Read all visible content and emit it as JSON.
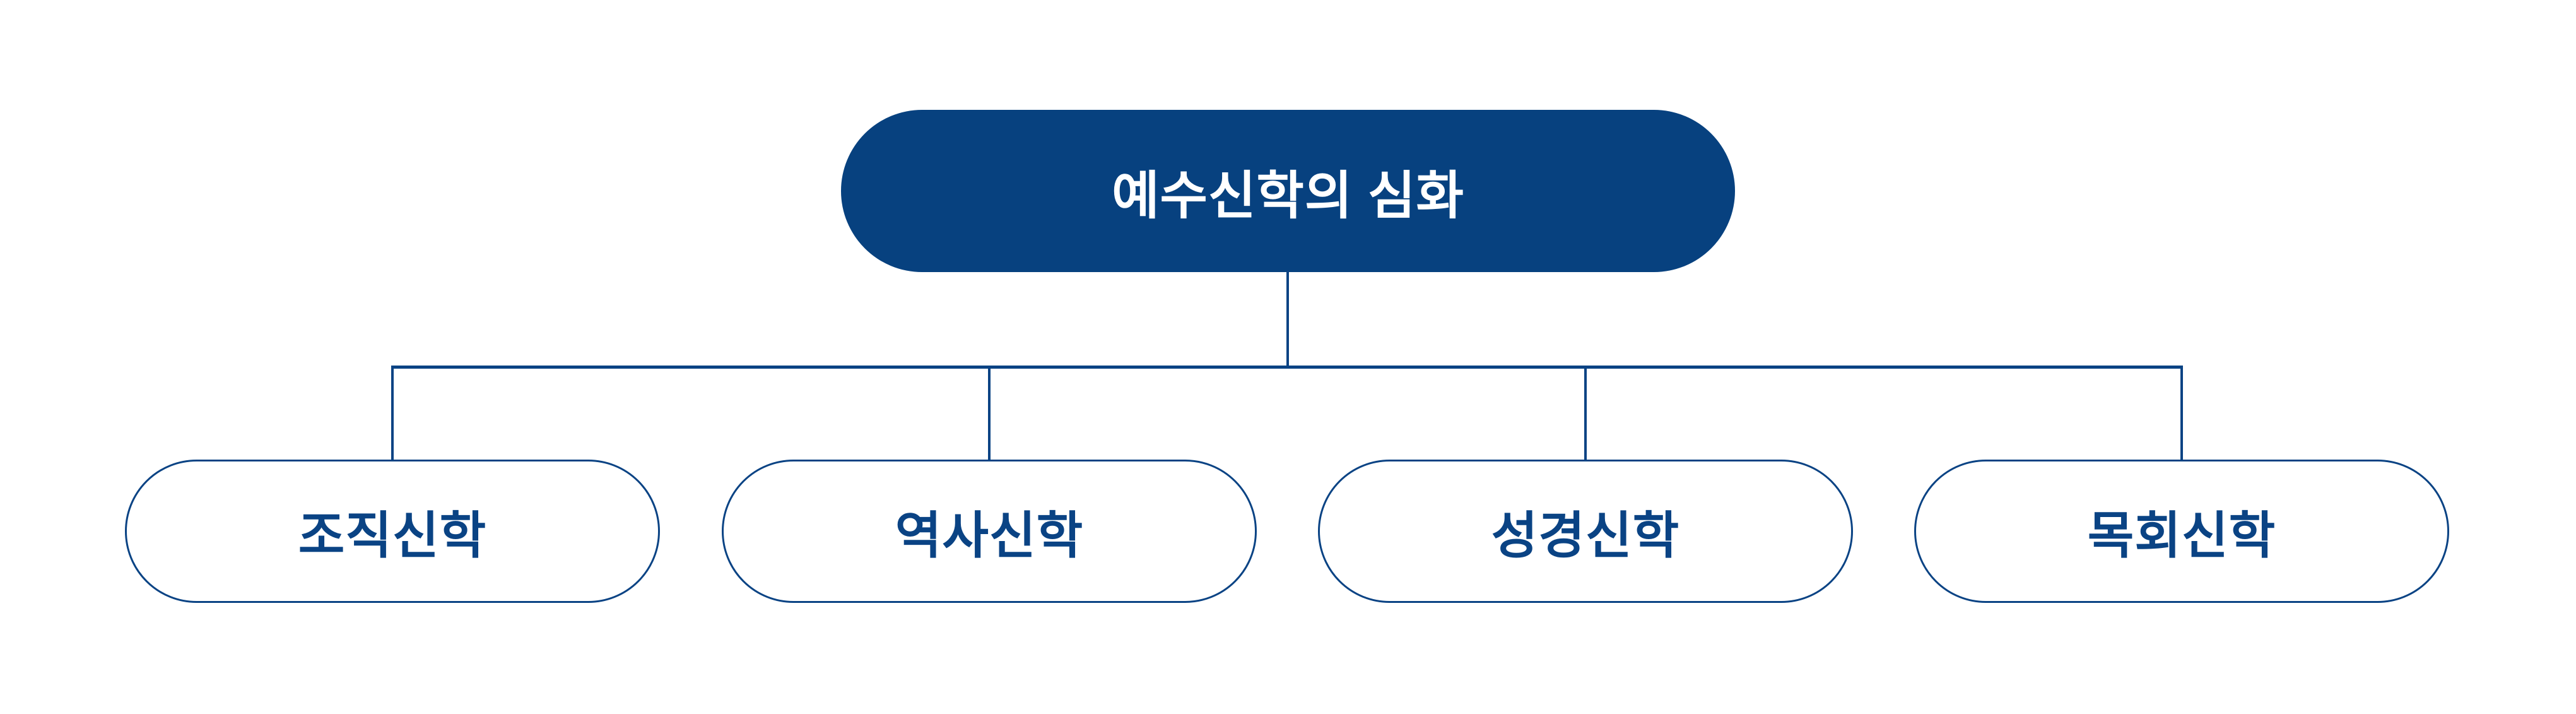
{
  "diagram": {
    "type": "org-chart",
    "root": {
      "label": "예수신학의 심화"
    },
    "children": [
      {
        "label": "조직신학"
      },
      {
        "label": "역사신학"
      },
      {
        "label": "성경신학"
      },
      {
        "label": "목회신학"
      }
    ]
  },
  "colors": {
    "root_fill": "#07417f",
    "root_text": "#ffffff",
    "line_and_border": "#0a4384",
    "child_fill": "#ffffff",
    "child_text": "#0a4384",
    "background": "#ffffff"
  }
}
